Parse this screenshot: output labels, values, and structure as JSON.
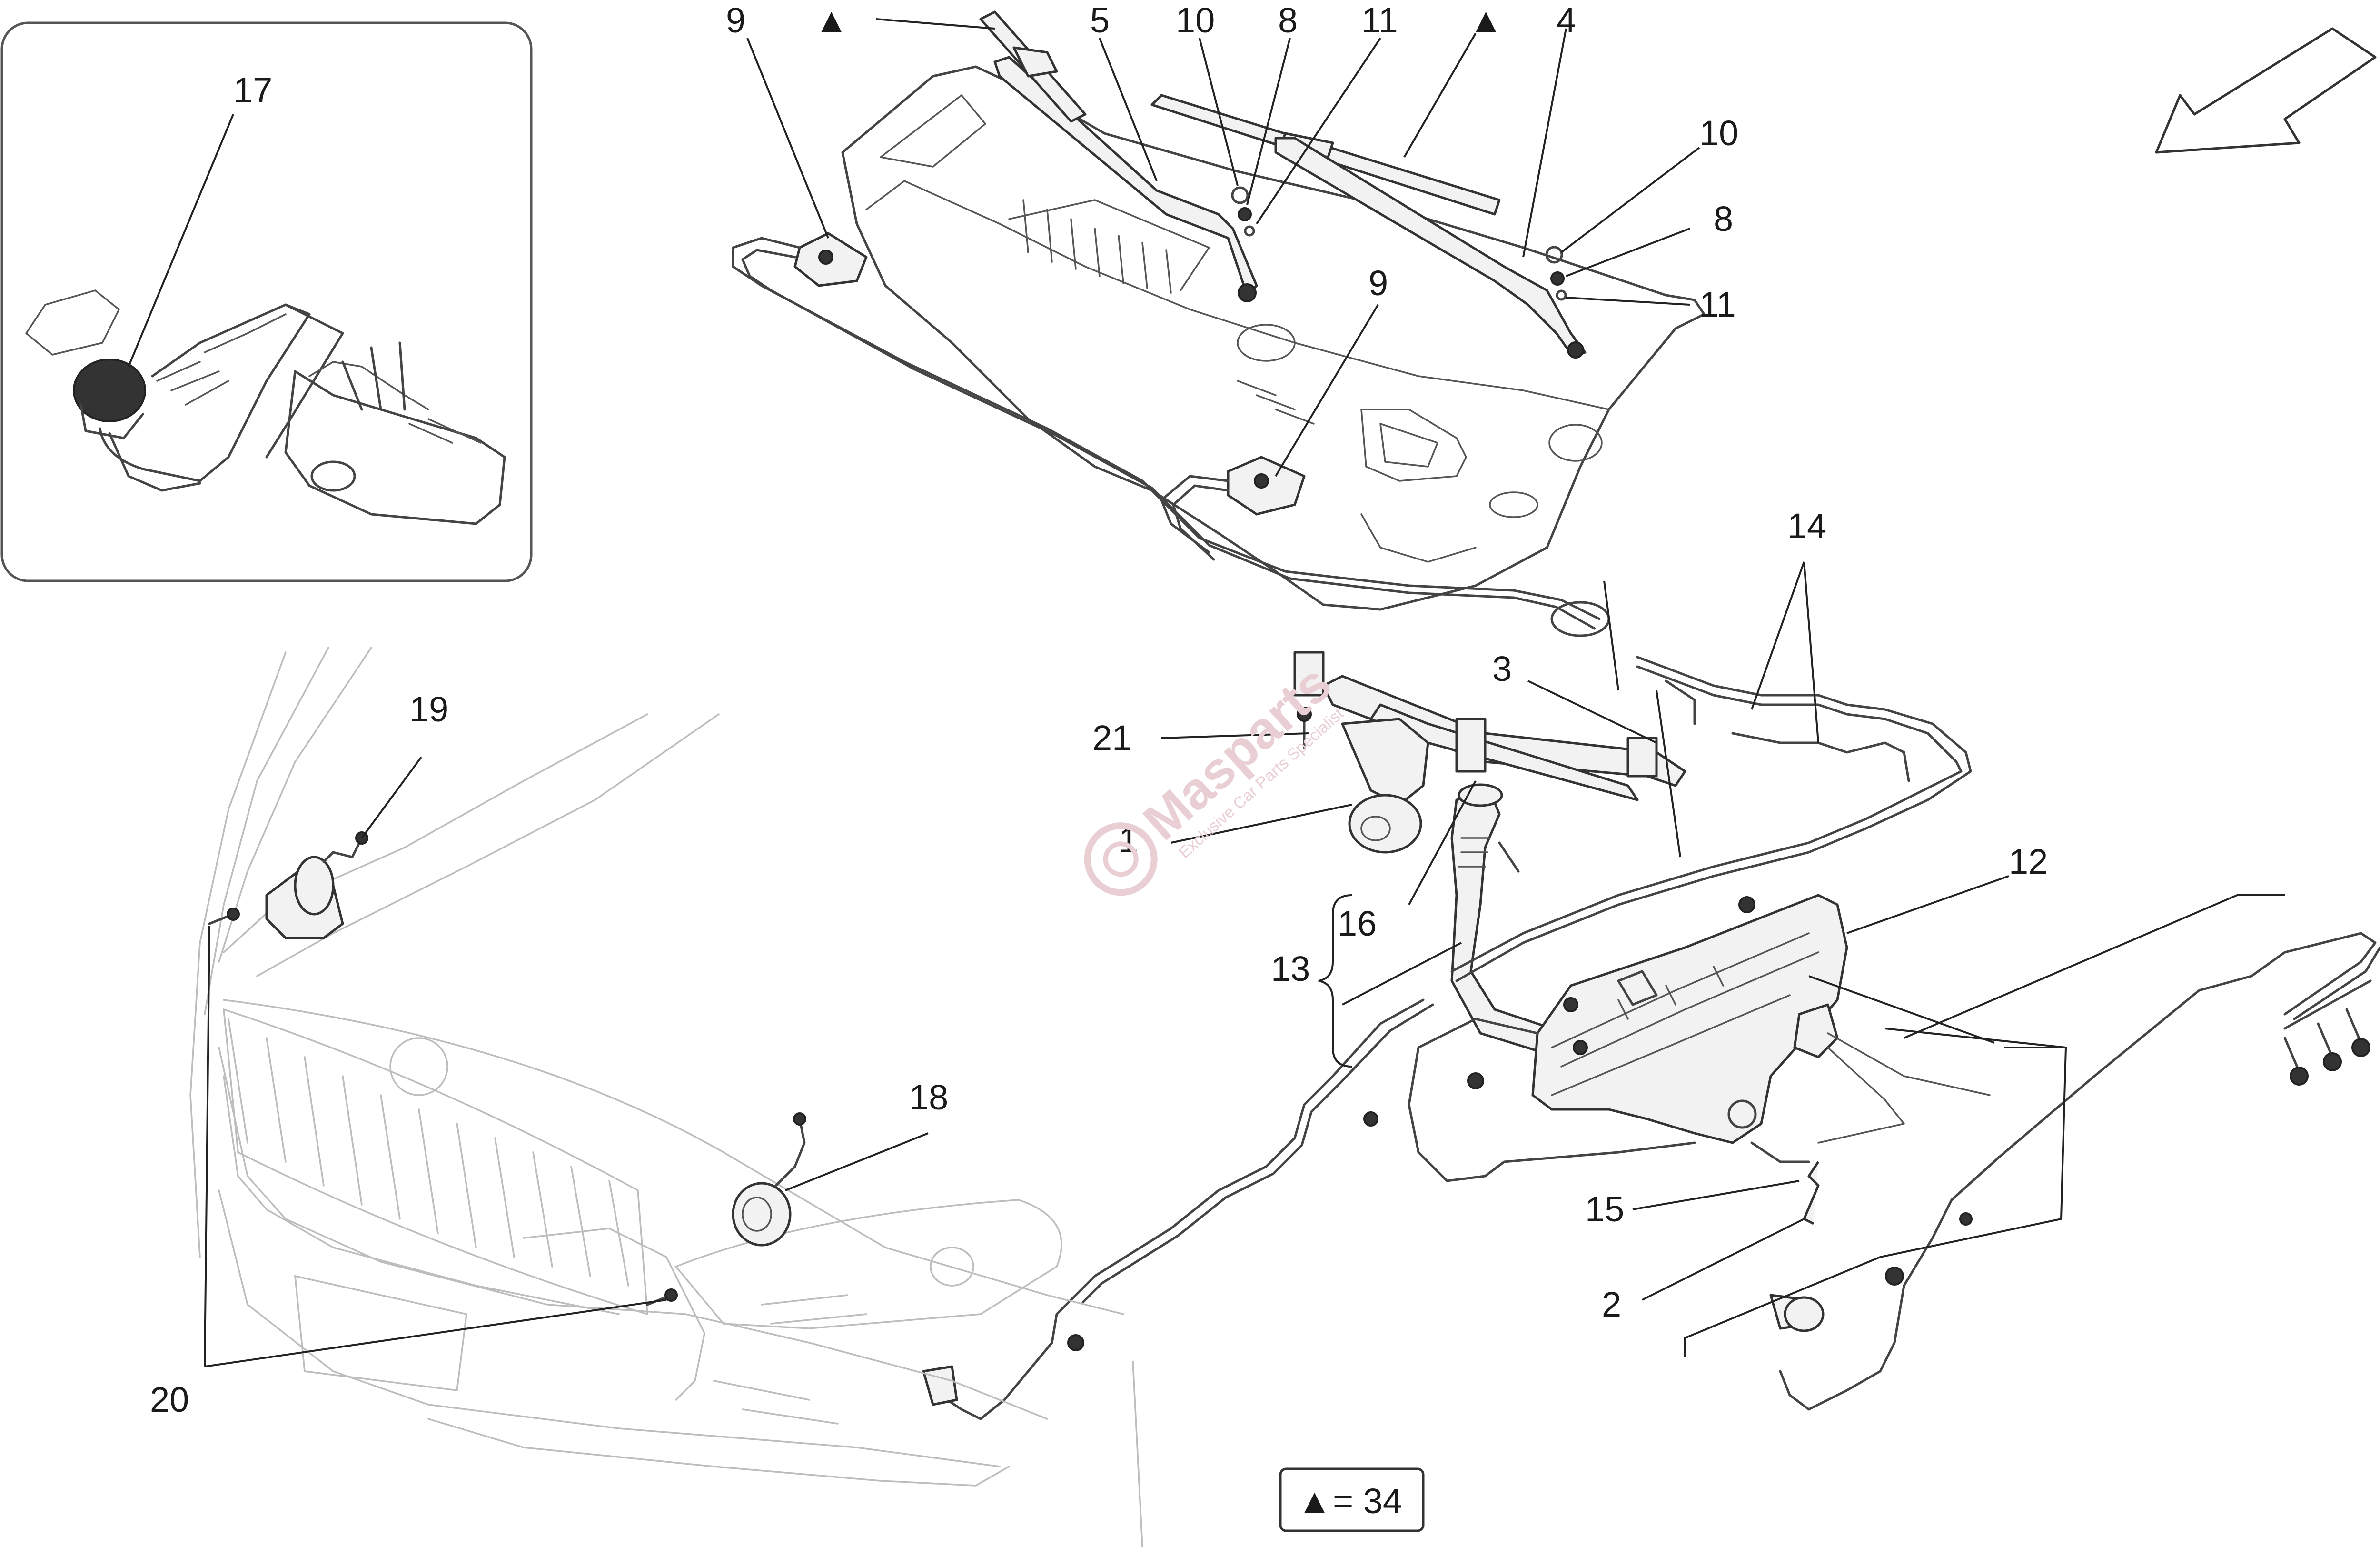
{
  "callouts": {
    "c1": "1",
    "c2": "2",
    "c3": "3",
    "c4": "4",
    "c5": "5",
    "c8a": "8",
    "c8b": "8",
    "c9a": "9",
    "c9b": "9",
    "c10a": "10",
    "c10b": "10",
    "c11a": "11",
    "c11b": "11",
    "c12": "12",
    "c13": "13",
    "c14": "14",
    "c15": "15",
    "c16": "16",
    "c17": "17",
    "c18": "18",
    "c19": "19",
    "c20": "20",
    "c21": "21"
  },
  "triangle_marker": "▲",
  "legend": {
    "symbol": "▲",
    "text": "= 34"
  },
  "watermark": {
    "brand": "Masparts",
    "tagline": "Exclusive Car Parts Specialist"
  },
  "colors": {
    "line": "#444444",
    "watermark": "#e9cfd3",
    "background": "#ffffff"
  }
}
